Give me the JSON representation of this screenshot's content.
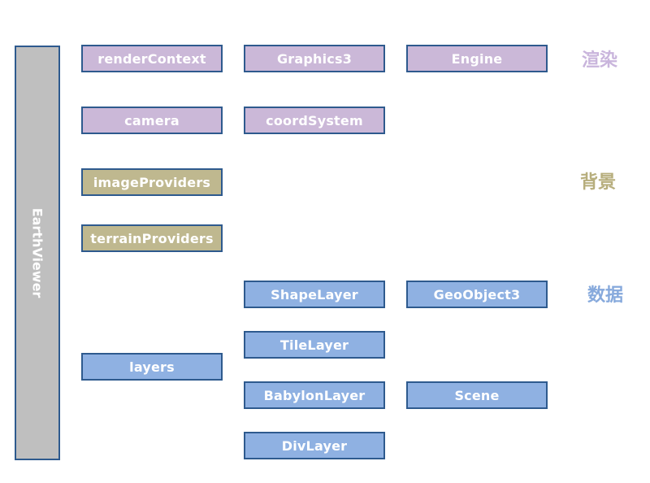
{
  "root": {
    "label": "EarthViewer",
    "color": "#bfbfbf"
  },
  "categories": {
    "render": {
      "label": "渲染",
      "color": "#c9b5dc"
    },
    "background": {
      "label": "背景",
      "color": "#b7ae7d"
    },
    "data": {
      "label": "数据",
      "color": "#86a9dc"
    }
  },
  "nodes": {
    "renderContext": "renderContext",
    "graphics3": "Graphics3",
    "engine": "Engine",
    "camera": "camera",
    "coordSystem": "coordSystem",
    "imageProviders": "imageProviders",
    "terrainProviders": "terrainProviders",
    "shapeLayer": "ShapeLayer",
    "geoObject3": "GeoObject3",
    "tileLayer": "TileLayer",
    "layers": "layers",
    "babylonLayer": "BabylonLayer",
    "scene": "Scene",
    "divLayer": "DivLayer"
  },
  "colors": {
    "render_fill": "#cbb8d8",
    "background_fill": "#bfb88f",
    "data_fill": "#8fb1e2",
    "border": "#2e5a8e"
  }
}
